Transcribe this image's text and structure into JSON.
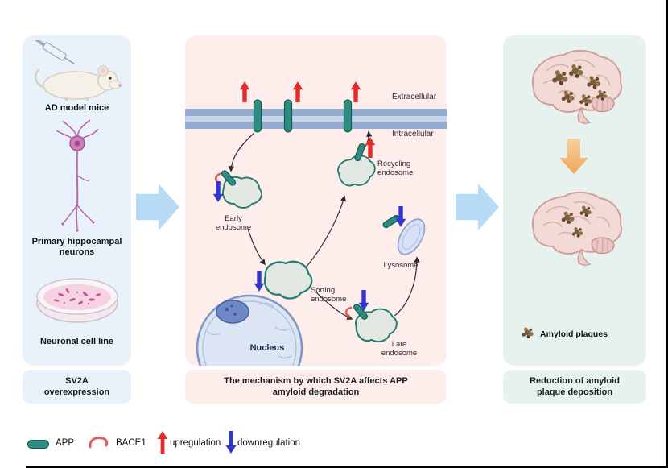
{
  "palette": {
    "teal": "#2e8d81",
    "teal_dark": "#14584e",
    "red": "#e22c2c",
    "blue": "#3236cf",
    "panel_blue_bg": "#e9f1fa",
    "panel_pink_bg": "#fdeeec",
    "panel_green_bg": "#e7f2ee",
    "flow_arrow_blue": "#b7dbf4",
    "membrane_blue": "#92add1",
    "plaque_brown": "#7d5e3c",
    "reduction_arrow_orange": "#eda75c"
  },
  "left_panel": {
    "items": [
      {
        "label": [
          "AD model mice"
        ]
      },
      {
        "label": [
          "Primary hippocampal",
          "neurons"
        ]
      },
      {
        "label": [
          "Neuronal cell line"
        ]
      }
    ],
    "caption": [
      "SV2A",
      "overexpression"
    ]
  },
  "middle_panel": {
    "labels": {
      "extracellular": "Extracellular",
      "intracellular": "Intracellular",
      "early": [
        "Early",
        "endosome"
      ],
      "recycling": [
        "Recycling",
        "endosome"
      ],
      "lysosome": "Lysosome",
      "sorting": [
        "Sorting",
        "endosome"
      ],
      "late": [
        "Late",
        "endosome"
      ],
      "nucleus": "Nucleus"
    },
    "caption": [
      "The mechanism by which SV2A affects APP",
      "amyloid degradation"
    ]
  },
  "right_panel": {
    "plaque_legend": "Amyloid plaques",
    "caption": [
      "Reduction of amyloid",
      "plaque deposition"
    ]
  },
  "legend": {
    "app": "APP",
    "bace1": "BACE1",
    "upregulation": "upregulation",
    "downregulation": "downregulation"
  }
}
